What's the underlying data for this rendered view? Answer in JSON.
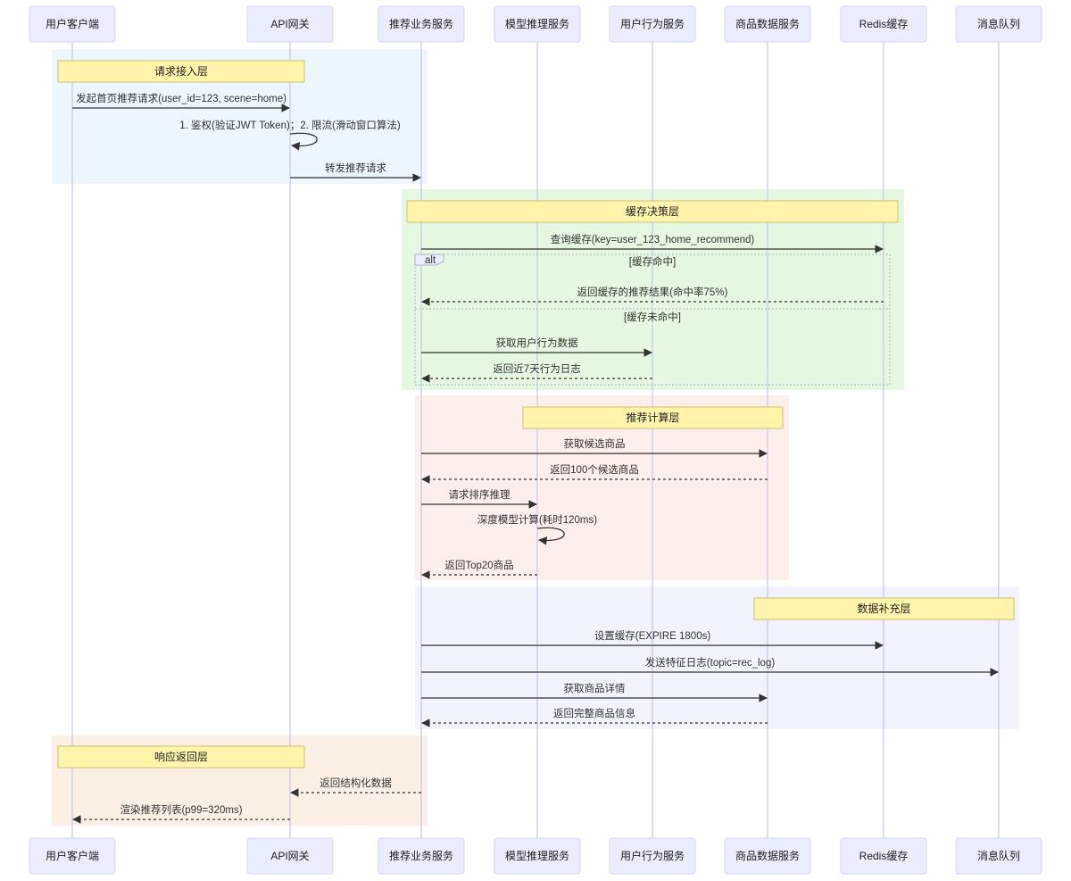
{
  "participants": [
    {
      "id": "client",
      "label": "用户客户端"
    },
    {
      "id": "gateway",
      "label": "API网关"
    },
    {
      "id": "rec",
      "label": "推荐业务服务"
    },
    {
      "id": "model",
      "label": "模型推理服务"
    },
    {
      "id": "behavior",
      "label": "用户行为服务"
    },
    {
      "id": "product",
      "label": "商品数据服务"
    },
    {
      "id": "redis",
      "label": "Redis缓存"
    },
    {
      "id": "mq",
      "label": "消息队列"
    }
  ],
  "sections": [
    {
      "id": "access",
      "note": "请求接入层",
      "bg": "#eef6ff"
    },
    {
      "id": "cache",
      "note": "缓存决策层",
      "bg": "#e7f8e2"
    },
    {
      "id": "compute",
      "note": "推荐计算层",
      "bg": "#fdefeb"
    },
    {
      "id": "supplement",
      "note": "数据补充层",
      "bg": "#f2f3fd"
    },
    {
      "id": "response",
      "note": "响应返回层",
      "bg": "#fbf0e6"
    }
  ],
  "alt": {
    "label": "alt",
    "conditions": [
      "[缓存命中]",
      "[缓存未命中]"
    ]
  },
  "messages": [
    {
      "from": "client",
      "to": "gateway",
      "text": "发起首页推荐请求(user_id=123, scene=home)",
      "dashed": false
    },
    {
      "from": "gateway",
      "to": "gateway",
      "text": "1. 鉴权(验证JWT Token)；2. 限流(滑动窗口算法)",
      "dashed": false
    },
    {
      "from": "gateway",
      "to": "rec",
      "text": "转发推荐请求",
      "dashed": false
    },
    {
      "from": "rec",
      "to": "redis",
      "text": "查询缓存(key=user_123_home_recommend)",
      "dashed": false
    },
    {
      "from": "redis",
      "to": "rec",
      "text": "返回缓存的推荐结果(命中率75%)",
      "dashed": true
    },
    {
      "from": "rec",
      "to": "behavior",
      "text": "获取用户行为数据",
      "dashed": false
    },
    {
      "from": "behavior",
      "to": "rec",
      "text": "返回近7天行为日志",
      "dashed": true
    },
    {
      "from": "rec",
      "to": "product",
      "text": "获取候选商品",
      "dashed": false
    },
    {
      "from": "product",
      "to": "rec",
      "text": "返回100个候选商品",
      "dashed": true
    },
    {
      "from": "rec",
      "to": "model",
      "text": "请求排序推理",
      "dashed": false
    },
    {
      "from": "model",
      "to": "model",
      "text": "深度模型计算(耗时120ms)",
      "dashed": false
    },
    {
      "from": "model",
      "to": "rec",
      "text": "返回Top20商品",
      "dashed": true
    },
    {
      "from": "rec",
      "to": "redis",
      "text": "设置缓存(EXPIRE 1800s)",
      "dashed": false
    },
    {
      "from": "rec",
      "to": "mq",
      "text": "发送特征日志(topic=rec_log)",
      "dashed": false
    },
    {
      "from": "rec",
      "to": "product",
      "text": "获取商品详情",
      "dashed": false
    },
    {
      "from": "product",
      "to": "rec",
      "text": "返回完整商品信息",
      "dashed": true
    },
    {
      "from": "rec",
      "to": "gateway",
      "text": "返回结构化数据",
      "dashed": true
    },
    {
      "from": "gateway",
      "to": "client",
      "text": "渲染推荐列表(p99=320ms)",
      "dashed": true
    }
  ]
}
